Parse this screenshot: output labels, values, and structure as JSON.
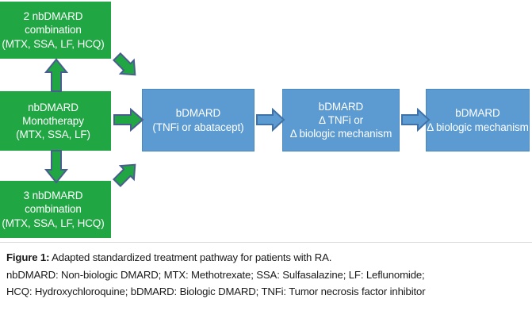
{
  "figure": {
    "type": "flowchart",
    "background_color": "#ffffff",
    "green_color": "#21A644",
    "blue_color": "#5B9BD1",
    "blue_border_color": "#4A88C0",
    "green_arrow_color": "#21A644",
    "blue_arrow_color": "#5B9BD1",
    "arrow_outline_color": "#4A5D8F",
    "blue_arrow_outline_color": "#3F72A8",
    "text_color": "#ffffff"
  },
  "nodes": {
    "combo2": {
      "name": "2 nbDMARD combination",
      "lines": [
        "2 nbDMARD",
        "combination",
        "(MTX, SSA, LF, HCQ)"
      ],
      "color": "#21A644"
    },
    "monotherapy": {
      "name": "nbDMARD Monotherapy",
      "lines": [
        "nbDMARD",
        "Monotherapy",
        "(MTX, SSA, LF)"
      ],
      "color": "#21A644"
    },
    "combo3": {
      "name": "3 nbDMARD combination",
      "lines": [
        "3 nbDMARD",
        "combination",
        "(MTX, SSA, LF, HCQ)"
      ],
      "color": "#21A644"
    },
    "bdmard1": {
      "name": "bDMARD first line",
      "lines": [
        "bDMARD",
        "(TNFi or abatacept)"
      ],
      "color": "#5B9BD1"
    },
    "bdmard2": {
      "name": "bDMARD second line",
      "lines": [
        "bDMARD",
        "Δ TNFi or",
        "Δ biologic mechanism"
      ],
      "color": "#5B9BD1"
    },
    "bdmard3": {
      "name": "bDMARD third line",
      "lines": [
        "bDMARD",
        "Δ biologic mechanism"
      ],
      "color": "#5B9BD1"
    }
  },
  "arrows": [
    {
      "id": "arrow-up-combo2",
      "icon": "arrow-up-icon",
      "direction": "up",
      "from": "monotherapy",
      "to": "combo2",
      "color": "#21A644"
    },
    {
      "id": "arrow-down-combo3",
      "icon": "arrow-down-icon",
      "direction": "down",
      "from": "monotherapy",
      "to": "combo3",
      "color": "#21A644"
    },
    {
      "id": "arrow-diag-down",
      "icon": "arrow-diagonal-down-right-icon",
      "direction": "down-right",
      "from": "combo2",
      "to": "bdmard1",
      "color": "#21A644"
    },
    {
      "id": "arrow-diag-up",
      "icon": "arrow-diagonal-up-right-icon",
      "direction": "up-right",
      "from": "combo3",
      "to": "bdmard1",
      "color": "#21A644"
    },
    {
      "id": "arrow-mono-bdmard",
      "icon": "arrow-right-icon",
      "direction": "right",
      "from": "monotherapy",
      "to": "bdmard1",
      "color": "#21A644"
    },
    {
      "id": "arrow-b1-b2",
      "icon": "arrow-right-icon",
      "direction": "right",
      "from": "bdmard1",
      "to": "bdmard2",
      "color": "#5B9BD1"
    },
    {
      "id": "arrow-b2-b3",
      "icon": "arrow-right-icon",
      "direction": "right",
      "from": "bdmard2",
      "to": "bdmard3",
      "color": "#5B9BD1"
    }
  ],
  "caption": {
    "label": "Figure 1:",
    "title": " Adapted standardized treatment pathway for patients with RA.",
    "line2": "nbDMARD: Non-biologic DMARD; MTX: Methotrexate; SSA: Sulfasalazine; LF: Leflunomide;",
    "line3": "HCQ: Hydroxychloroquine; bDMARD: Biologic DMARD; TNFi: Tumor necrosis factor inhibitor"
  }
}
